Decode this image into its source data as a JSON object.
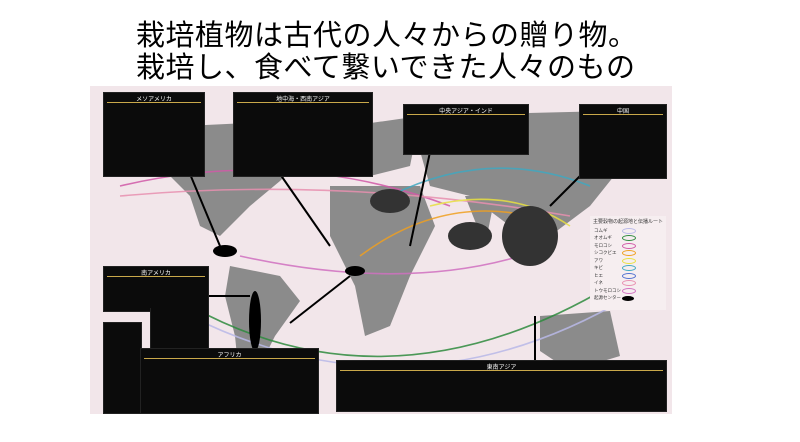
{
  "slide": {
    "title_line1": "栽培植物は古代の人々からの贈り物。",
    "title_line2": "栽培し、食べて繋いできた人々のもの"
  },
  "map": {
    "panels": [
      {
        "id": "mesoamerica",
        "label": "メソアメリカ"
      },
      {
        "id": "mediterranean",
        "label": "地中海・西南アジア"
      },
      {
        "id": "central-asia-india",
        "label": "中央アジア・インド"
      },
      {
        "id": "china",
        "label": "中国"
      },
      {
        "id": "south-america",
        "label": "南アメリカ"
      },
      {
        "id": "africa",
        "label": "アフリカ"
      },
      {
        "id": "southeast-asia",
        "label": "東南アジア"
      }
    ],
    "legend": {
      "title": "主要穀物の起源地と伝播ルート",
      "items": [
        {
          "label": "コムギ",
          "color": "#b9b9e8"
        },
        {
          "label": "オオムギ",
          "color": "#2e8b3e"
        },
        {
          "label": "モロコシ",
          "color": "#d15aa8"
        },
        {
          "label": "シコクビエ",
          "color": "#f0a020"
        },
        {
          "label": "アワ",
          "color": "#e8e040"
        },
        {
          "label": "キビ",
          "color": "#40a8c0"
        },
        {
          "label": "ヒエ",
          "color": "#5070d0"
        },
        {
          "label": "イネ",
          "color": "#e890b0"
        },
        {
          "label": "トウモロコシ",
          "color": "#d070c0"
        }
      ],
      "center_label": "起源センター"
    },
    "colors": {
      "land": "#8a8a8a",
      "sea": "#f2e6ea",
      "panel": "#0b0b0b"
    }
  }
}
